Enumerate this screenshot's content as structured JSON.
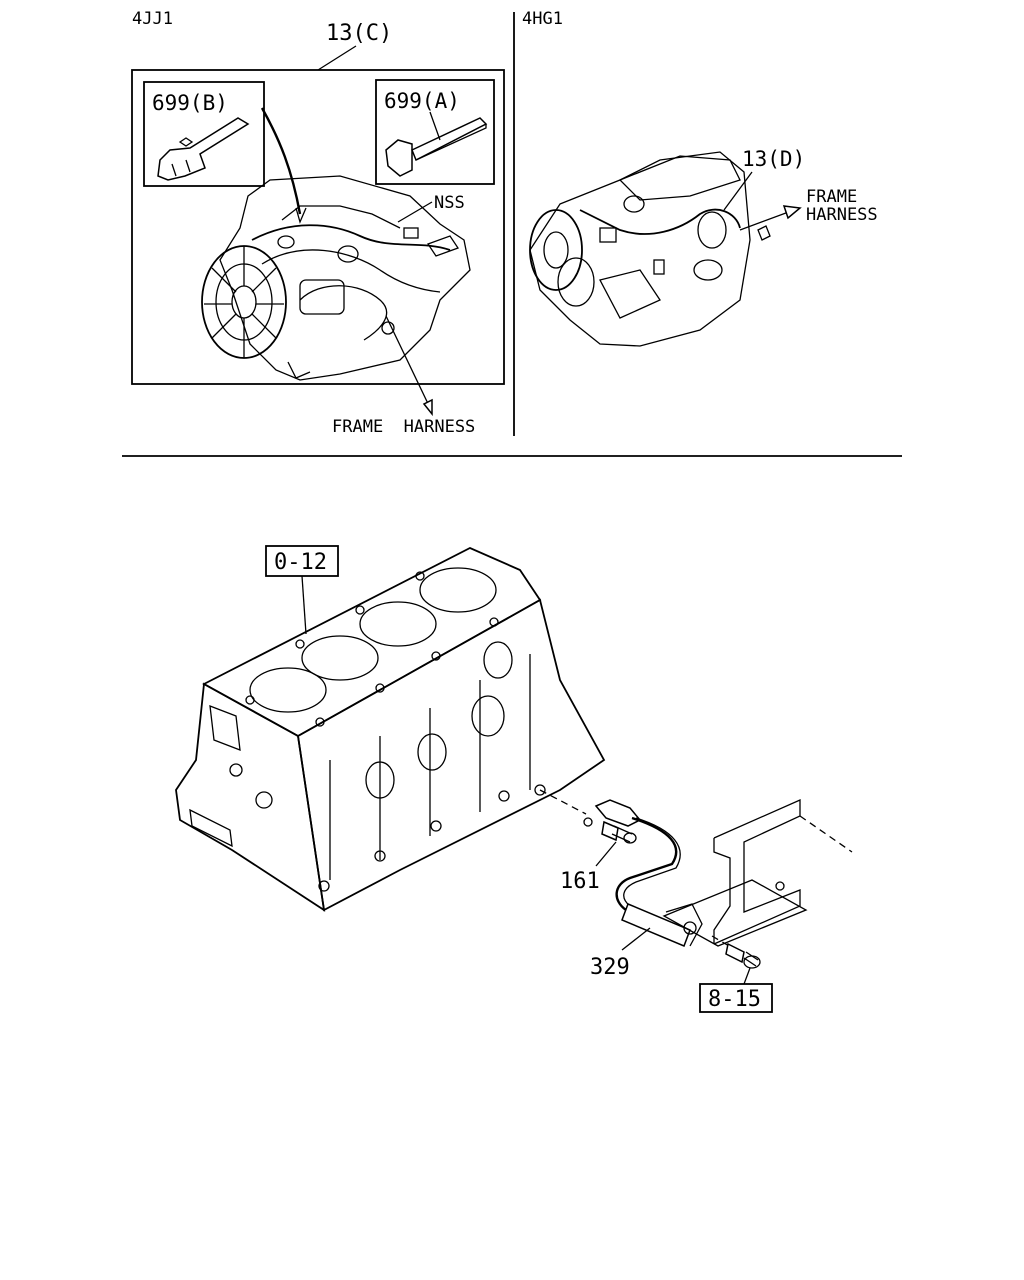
{
  "top_left": {
    "engine_label": "4JJ1",
    "harness_callout": "13(C)",
    "inset_b_label": "699(B)",
    "inset_a_label": "699(A)",
    "nss_label": "NSS",
    "frame_harness_label": "FRAME  HARNESS"
  },
  "top_right": {
    "engine_label": "4HG1",
    "harness_callout": "13(D)",
    "frame_label_line1": "FRAME",
    "frame_label_line2": "HARNESS"
  },
  "bottom": {
    "block_ref": "0-12",
    "bolt_ref": "161",
    "sensor_ref": "329",
    "bracket_ref": "8-15"
  }
}
